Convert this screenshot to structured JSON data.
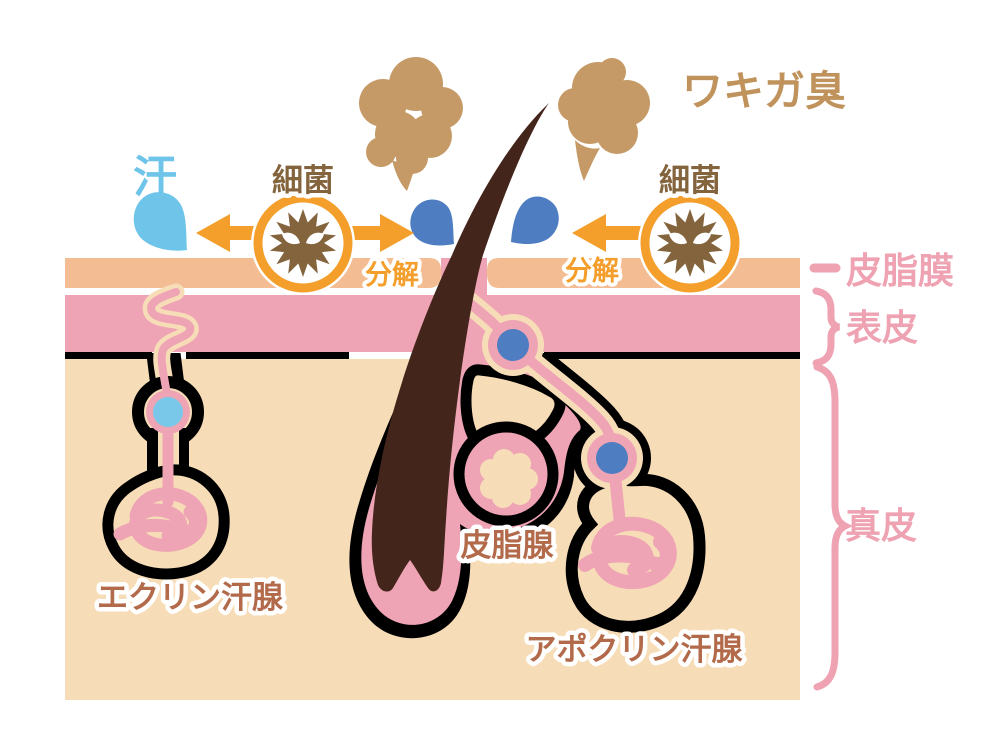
{
  "title_context": "skin cross-section diagram of underarm odor mechanism",
  "labels": {
    "sweat": "汗",
    "bacteria_left": "細菌",
    "bacteria_right": "細菌",
    "odor": "ワキガ臭",
    "decompose_left": "分解",
    "decompose_right": "分解",
    "sebum_film": "皮脂膜",
    "epidermis": "表皮",
    "dermis": "真皮",
    "sebaceous_gland": "皮脂腺",
    "eccrine_gland": "エクリン汗腺",
    "apocrine_gland": "アポクリン汗腺"
  },
  "colors": {
    "background": "#FFFFFF",
    "sebum_film_peach": "#F4BC92",
    "epidermis_pink": "#EFA4B5",
    "dermis_cream": "#F7DDB7",
    "outline_black": "#000000",
    "hair_brown": "#44251B",
    "odor_cloud_tan": "#C59A67",
    "odor_text_tan": "#C0935C",
    "bacteria_brown": "#84643C",
    "arrow_orange": "#F49E2B",
    "sweat_light_blue": "#6EC4E9",
    "droplet_dark_blue": "#4E7DC1",
    "duct_dot_light_blue": "#7AC8E9",
    "annotation_pink": "#EEA2B2",
    "gland_label_sienna": "#B26A4B",
    "halo_white": "#FFFFFF"
  },
  "icons": {
    "bacteria": "spiky-bacteria-icon",
    "arrows": "orange-arrow-icon",
    "droplets": "sweat-droplet-icon",
    "clouds": "odor-cloud-icon",
    "braces": "pink-brace-marks"
  }
}
